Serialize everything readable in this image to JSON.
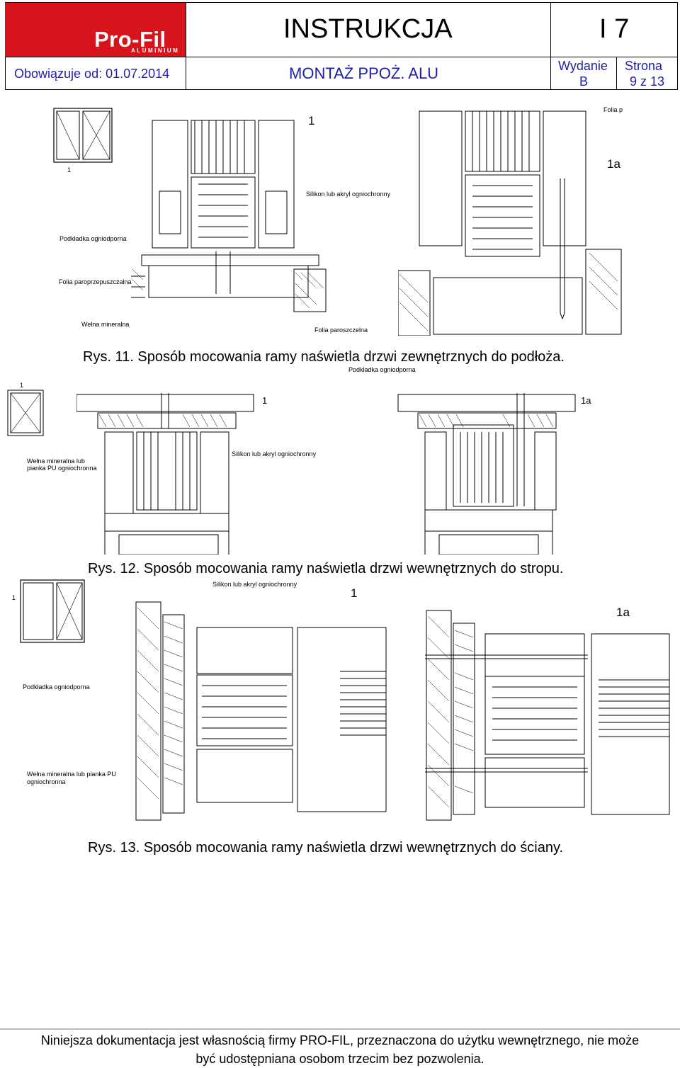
{
  "header": {
    "logo_text": "Pro-Fil",
    "logo_sub": "ALUMINIUM",
    "title": "INSTRUKCJA",
    "code": "I 7",
    "valid_from": "Obowiązuje od: 01.07.2014",
    "subtitle": "MONTAŻ PPOŻ. ALU",
    "edition_label": "Wydanie",
    "edition_value": "B",
    "page_label": "Strona",
    "page_value": "9 z 13"
  },
  "fig11": {
    "thumb_label": "1",
    "left_label": "1",
    "right_label": "1a",
    "labels": {
      "silikon": "Silikon lub akryl ogniochronny",
      "podkladka": "Podkładka ogniodporna",
      "folia_paro": "Folia paroprzepuszczalna",
      "welna": "Wełna mineralna",
      "folia_paroszczelna": "Folia paroszczelna",
      "folia_cut": "Folia p"
    },
    "caption": "Rys. 11. Sposób mocowania ramy naświetla drzwi zewnętrznych do podłoża."
  },
  "fig12": {
    "thumb_label": "1",
    "left_label": "1",
    "right_label": "1a",
    "labels": {
      "podkladka": "Podkładka ogniodporna",
      "welna": "Wełna mineralna lub pianka PU ogniochronna",
      "silikon": "Silikon lub akryl ogniochronny"
    },
    "caption": "Rys. 12. Sposób mocowania ramy naświetla drzwi wewnętrznych do stropu."
  },
  "fig13": {
    "thumb_label": "1",
    "left_label": "1",
    "right_label": "1a",
    "labels": {
      "silikon": "Silikon lub akryl ogniochronny",
      "podkladka": "Podkładka ogniodporna",
      "welna": "Wełna mineralna lub pianka PU ogniochronna"
    },
    "caption": "Rys. 13. Sposób mocowania ramy naświetla drzwi wewnętrznych do ściany."
  },
  "footer": {
    "line1": "Niniejsza dokumentacja jest własnością firmy PRO-FIL, przeznaczona do użytku wewnętrznego, nie może",
    "line2": "być udostępniana osobom trzecim bez pozwolenia."
  },
  "colors": {
    "brand": "#d7141b",
    "line": "#000000"
  }
}
